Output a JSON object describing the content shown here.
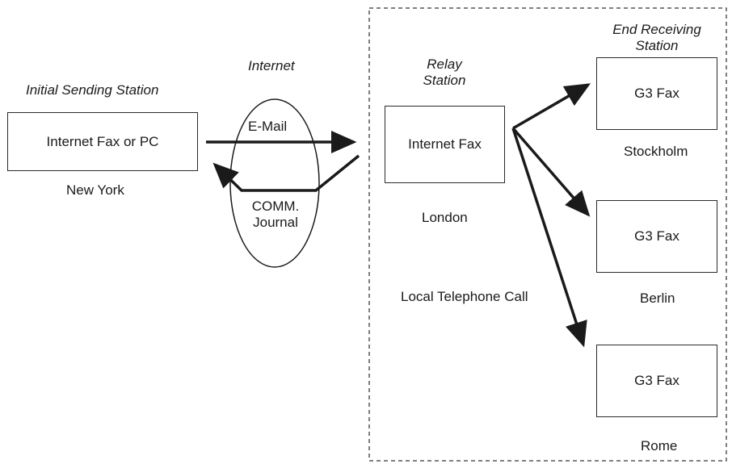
{
  "title": "",
  "sending": {
    "heading": "Initial Sending Station",
    "box_label": "Internet Fax or PC",
    "location": "New York"
  },
  "internet": {
    "heading": "Internet",
    "email_label": "E-Mail",
    "journal_label_line1": "COMM.",
    "journal_label_line2": "Journal"
  },
  "relay": {
    "heading_line1": "Relay",
    "heading_line2": "Station",
    "box_label": "Internet Fax",
    "location": "London",
    "call_label": "Local Telephone Call"
  },
  "receiving": {
    "heading_line1": "End Receiving",
    "heading_line2": "Station",
    "stations": [
      {
        "box_label": "G3 Fax",
        "location": "Stockholm"
      },
      {
        "box_label": "G3 Fax",
        "location": "Berlin"
      },
      {
        "box_label": "G3 Fax",
        "location": "Rome"
      }
    ]
  },
  "colors": {
    "stroke": "#1a1a1a",
    "dashed_border": "#555555",
    "background": "#ffffff"
  }
}
